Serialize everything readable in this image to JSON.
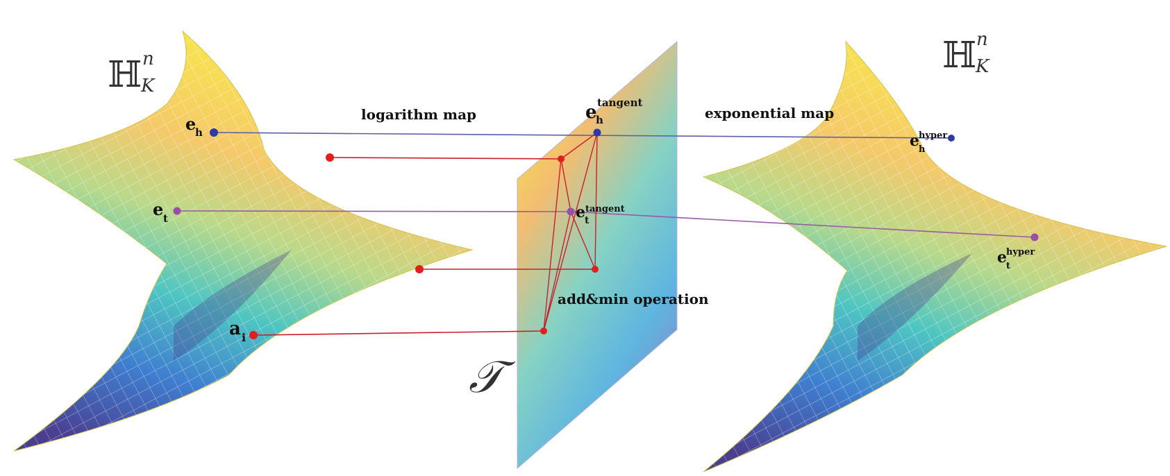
{
  "labels": {
    "space_left": {
      "bb": "ℍ",
      "sup": "n",
      "sub": "K"
    },
    "space_right": {
      "bb": "ℍ",
      "sup": "n",
      "sub": "K"
    },
    "tangent_space": "𝒯",
    "logarithm_map": "logarithm map",
    "exponential_map": "exponential map",
    "add_min_operation": "add&min operation",
    "e_h": {
      "base": "e",
      "sub": "h"
    },
    "e_t": {
      "base": "e",
      "sub": "t"
    },
    "a_i": {
      "base": "a",
      "sub": "i"
    },
    "e_h_tangent": {
      "base": "e",
      "sub": "h",
      "sup": "tangent"
    },
    "e_t_tangent": {
      "base": "e",
      "sub": "t",
      "sup": "tangent"
    },
    "e_h_hyper": {
      "base": "e",
      "sub": "h",
      "sup": "hyper"
    },
    "e_t_hyper": {
      "base": "e",
      "sub": "t",
      "sup": "hyper"
    }
  },
  "colors": {
    "head_entity": "#2e3aa8",
    "tail_entity": "#9a4ea8",
    "attribute_points": "#e01f1f",
    "map_line_red": "#c8202a",
    "map_line_blue": "#5a5fa8",
    "map_line_purple": "#9a5aa8",
    "surface_top": "#f4e94a",
    "surface_mid": "#f0b86a",
    "surface_teal": "#4fc3c0",
    "surface_blue": "#3f4fb5",
    "surface_dark": "#4b3f8f"
  }
}
